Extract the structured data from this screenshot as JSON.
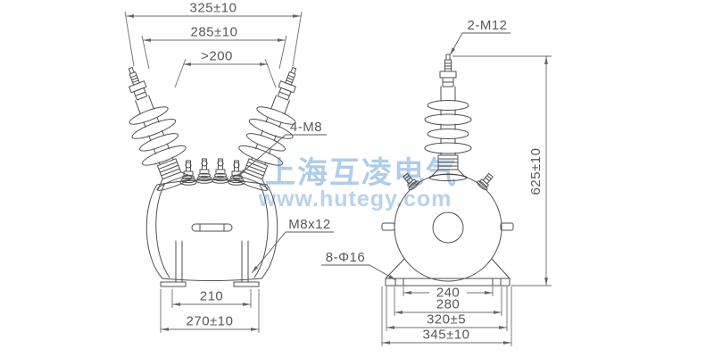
{
  "watermark": {
    "company": "上海互凌电气",
    "website": "www.hutegy.com"
  },
  "front": {
    "dim_overall_width": "325±10",
    "dim_terminal_span": "285±10",
    "dim_clearance": ">200",
    "dim_mount_span": "210",
    "dim_base_width": "270±10",
    "callout_secondary_terminals": "4-M8",
    "callout_ground_bolt": "M8x12"
  },
  "side": {
    "callout_primary_terminal": "2-M12",
    "callout_mounting_holes": "8-Φ16",
    "dim_height": "625±10",
    "dim_mount_inner": "240",
    "dim_mount_holes": "280",
    "dim_base_plate": "320±5",
    "dim_overall_depth": "345±10"
  },
  "colors": {
    "object_line": "#4f4f4f",
    "dimension_line": "#6e6e6e",
    "text": "#585858",
    "watermark_cn": "#aecde8",
    "watermark_en": "#b7d3ea",
    "background": "#ffffff"
  }
}
